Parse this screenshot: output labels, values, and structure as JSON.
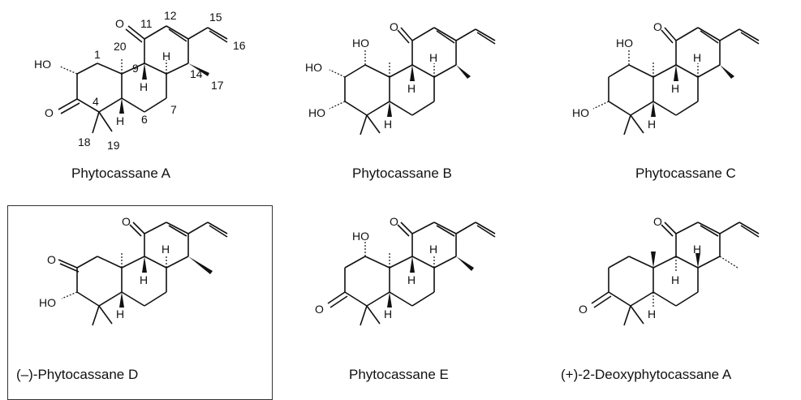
{
  "figure": {
    "compounds": [
      {
        "name": "Phytocassane A",
        "atoms": [
          "O",
          "HO",
          "O",
          "H",
          "H",
          "H"
        ],
        "numbering": [
          "1",
          "4",
          "6",
          "7",
          "9",
          "11",
          "12",
          "14",
          "15",
          "16",
          "17",
          "18",
          "19",
          "20"
        ]
      },
      {
        "name": "Phytocassane B",
        "atoms": [
          "O",
          "HO",
          "HO",
          "HO",
          "H",
          "H",
          "H"
        ]
      },
      {
        "name": "Phytocassane C",
        "atoms": [
          "O",
          "HO",
          "HO",
          "H",
          "H",
          "H"
        ]
      },
      {
        "name": "(–)-Phytocassane D",
        "atoms": [
          "O",
          "O",
          "HO",
          "H",
          "H",
          "H"
        ],
        "highlighted": true
      },
      {
        "name": "Phytocassane E",
        "atoms": [
          "O",
          "HO",
          "O",
          "H",
          "H",
          "H"
        ]
      },
      {
        "name": "(+)-2-Deoxyphytocassane A",
        "atoms": [
          "O",
          "O",
          "H",
          "H",
          "H"
        ]
      }
    ]
  }
}
